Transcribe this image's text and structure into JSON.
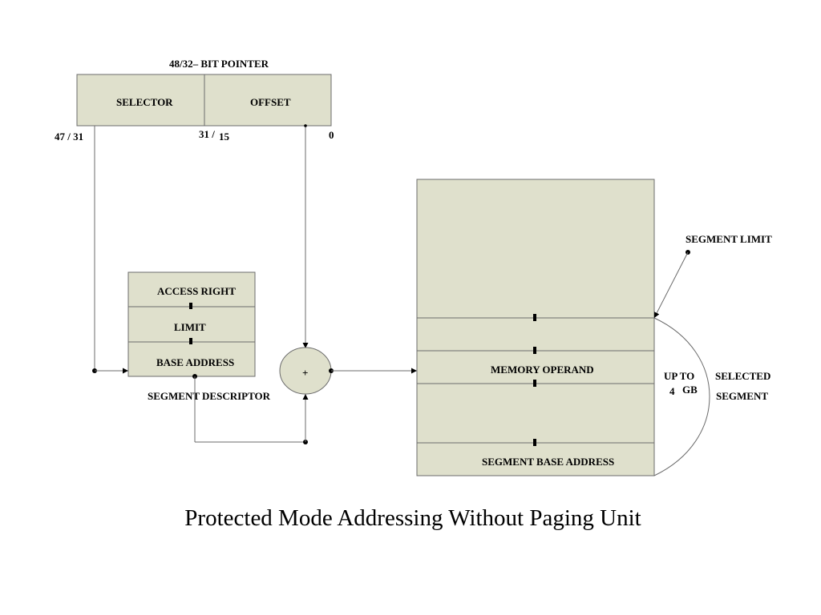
{
  "diagram": {
    "pointer_title": "48/32– BIT POINTER",
    "selector": "SELECTOR",
    "offset": "OFFSET",
    "bit_47_31": "47 /  31",
    "bit_31_15_a": "31 /",
    "bit_31_15_b": "15",
    "bit_0": "0",
    "access_right": "ACCESS RIGHT",
    "limit": "LIMIT",
    "base_address": "BASE ADDRESS",
    "segment_descriptor": "SEGMENT DESCRIPTOR",
    "adder": "+",
    "memory_operand": "MEMORY OPERAND",
    "segment_base_address": "SEGMENT BASE ADDRESS",
    "segment_limit": "SEGMENT LIMIT",
    "up_to": "UP TO",
    "four": "4",
    "gb": "GB",
    "selected": "SELECTED",
    "segment": "SEGMENT"
  },
  "caption": "Protected Mode Addressing Without Paging Unit",
  "colors": {
    "box_fill": "#dfe0cc",
    "line": "#6b6b6b"
  }
}
